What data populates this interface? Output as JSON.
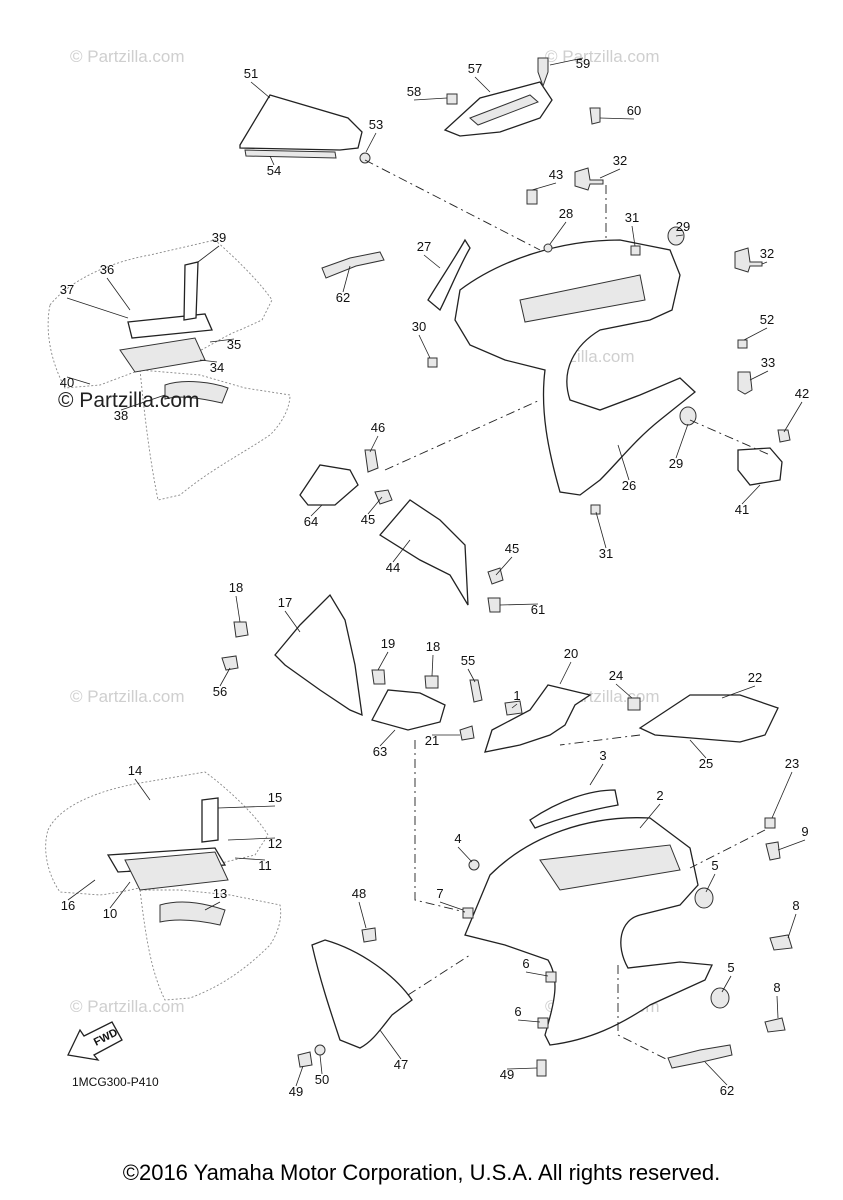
{
  "watermark": "© Partzilla.com",
  "credit": "© Partzilla.com",
  "diagram_code": "1MCG300-P410",
  "fwd_label": "FWD",
  "copyright": "©2016 Yamaha Motor Corporation, U.S.A. All rights reserved.",
  "callouts": [
    "1",
    "2",
    "3",
    "4",
    "5",
    "5",
    "6",
    "6",
    "7",
    "8",
    "8",
    "9",
    "10",
    "11",
    "12",
    "13",
    "14",
    "15",
    "16",
    "17",
    "18",
    "18",
    "19",
    "20",
    "21",
    "22",
    "23",
    "24",
    "25",
    "26",
    "27",
    "28",
    "29",
    "29",
    "30",
    "31",
    "31",
    "32",
    "32",
    "33",
    "34",
    "35",
    "36",
    "37",
    "38",
    "39",
    "40",
    "41",
    "42",
    "43",
    "44",
    "45",
    "45",
    "46",
    "47",
    "48",
    "49",
    "49",
    "50",
    "51",
    "52",
    "53",
    "54",
    "55",
    "56",
    "57",
    "58",
    "59",
    "60",
    "61",
    "62",
    "62",
    "63",
    "64"
  ]
}
